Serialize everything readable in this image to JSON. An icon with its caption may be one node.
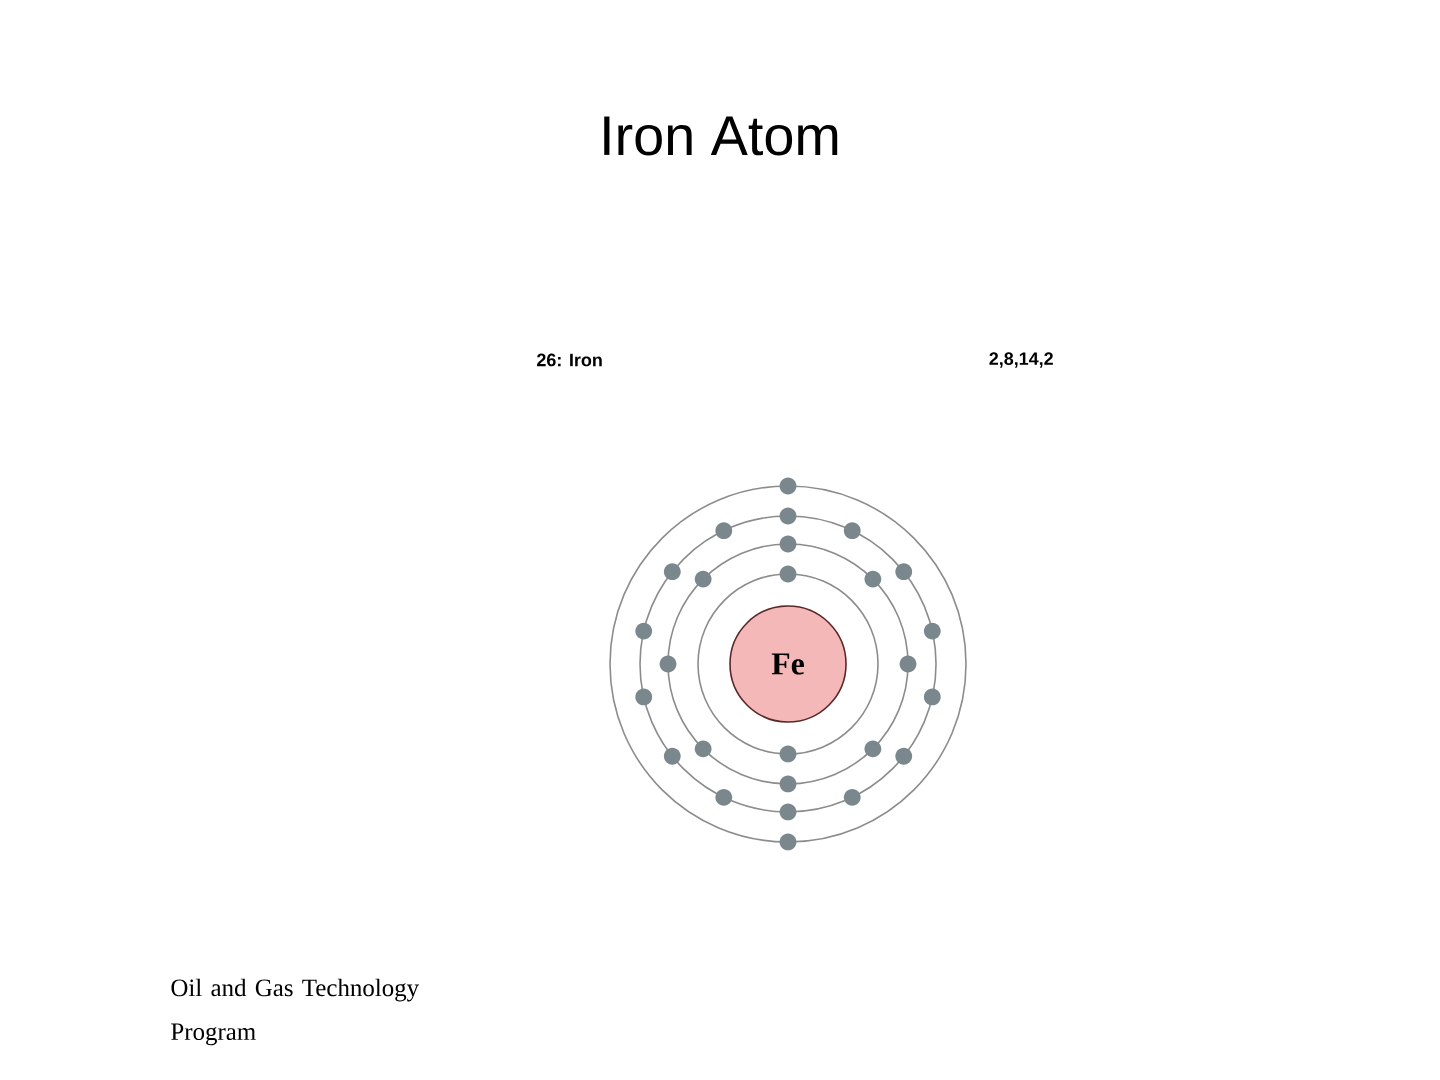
{
  "diagram": {
    "title": "Iron Atom",
    "nodes": [
      {
        "text": [
          "Fe"
        ]
      }
    ],
    "labels": [
      "26: Iron",
      "2,8,14,2",
      "Oil and Gas Technology Program"
    ]
  }
}
